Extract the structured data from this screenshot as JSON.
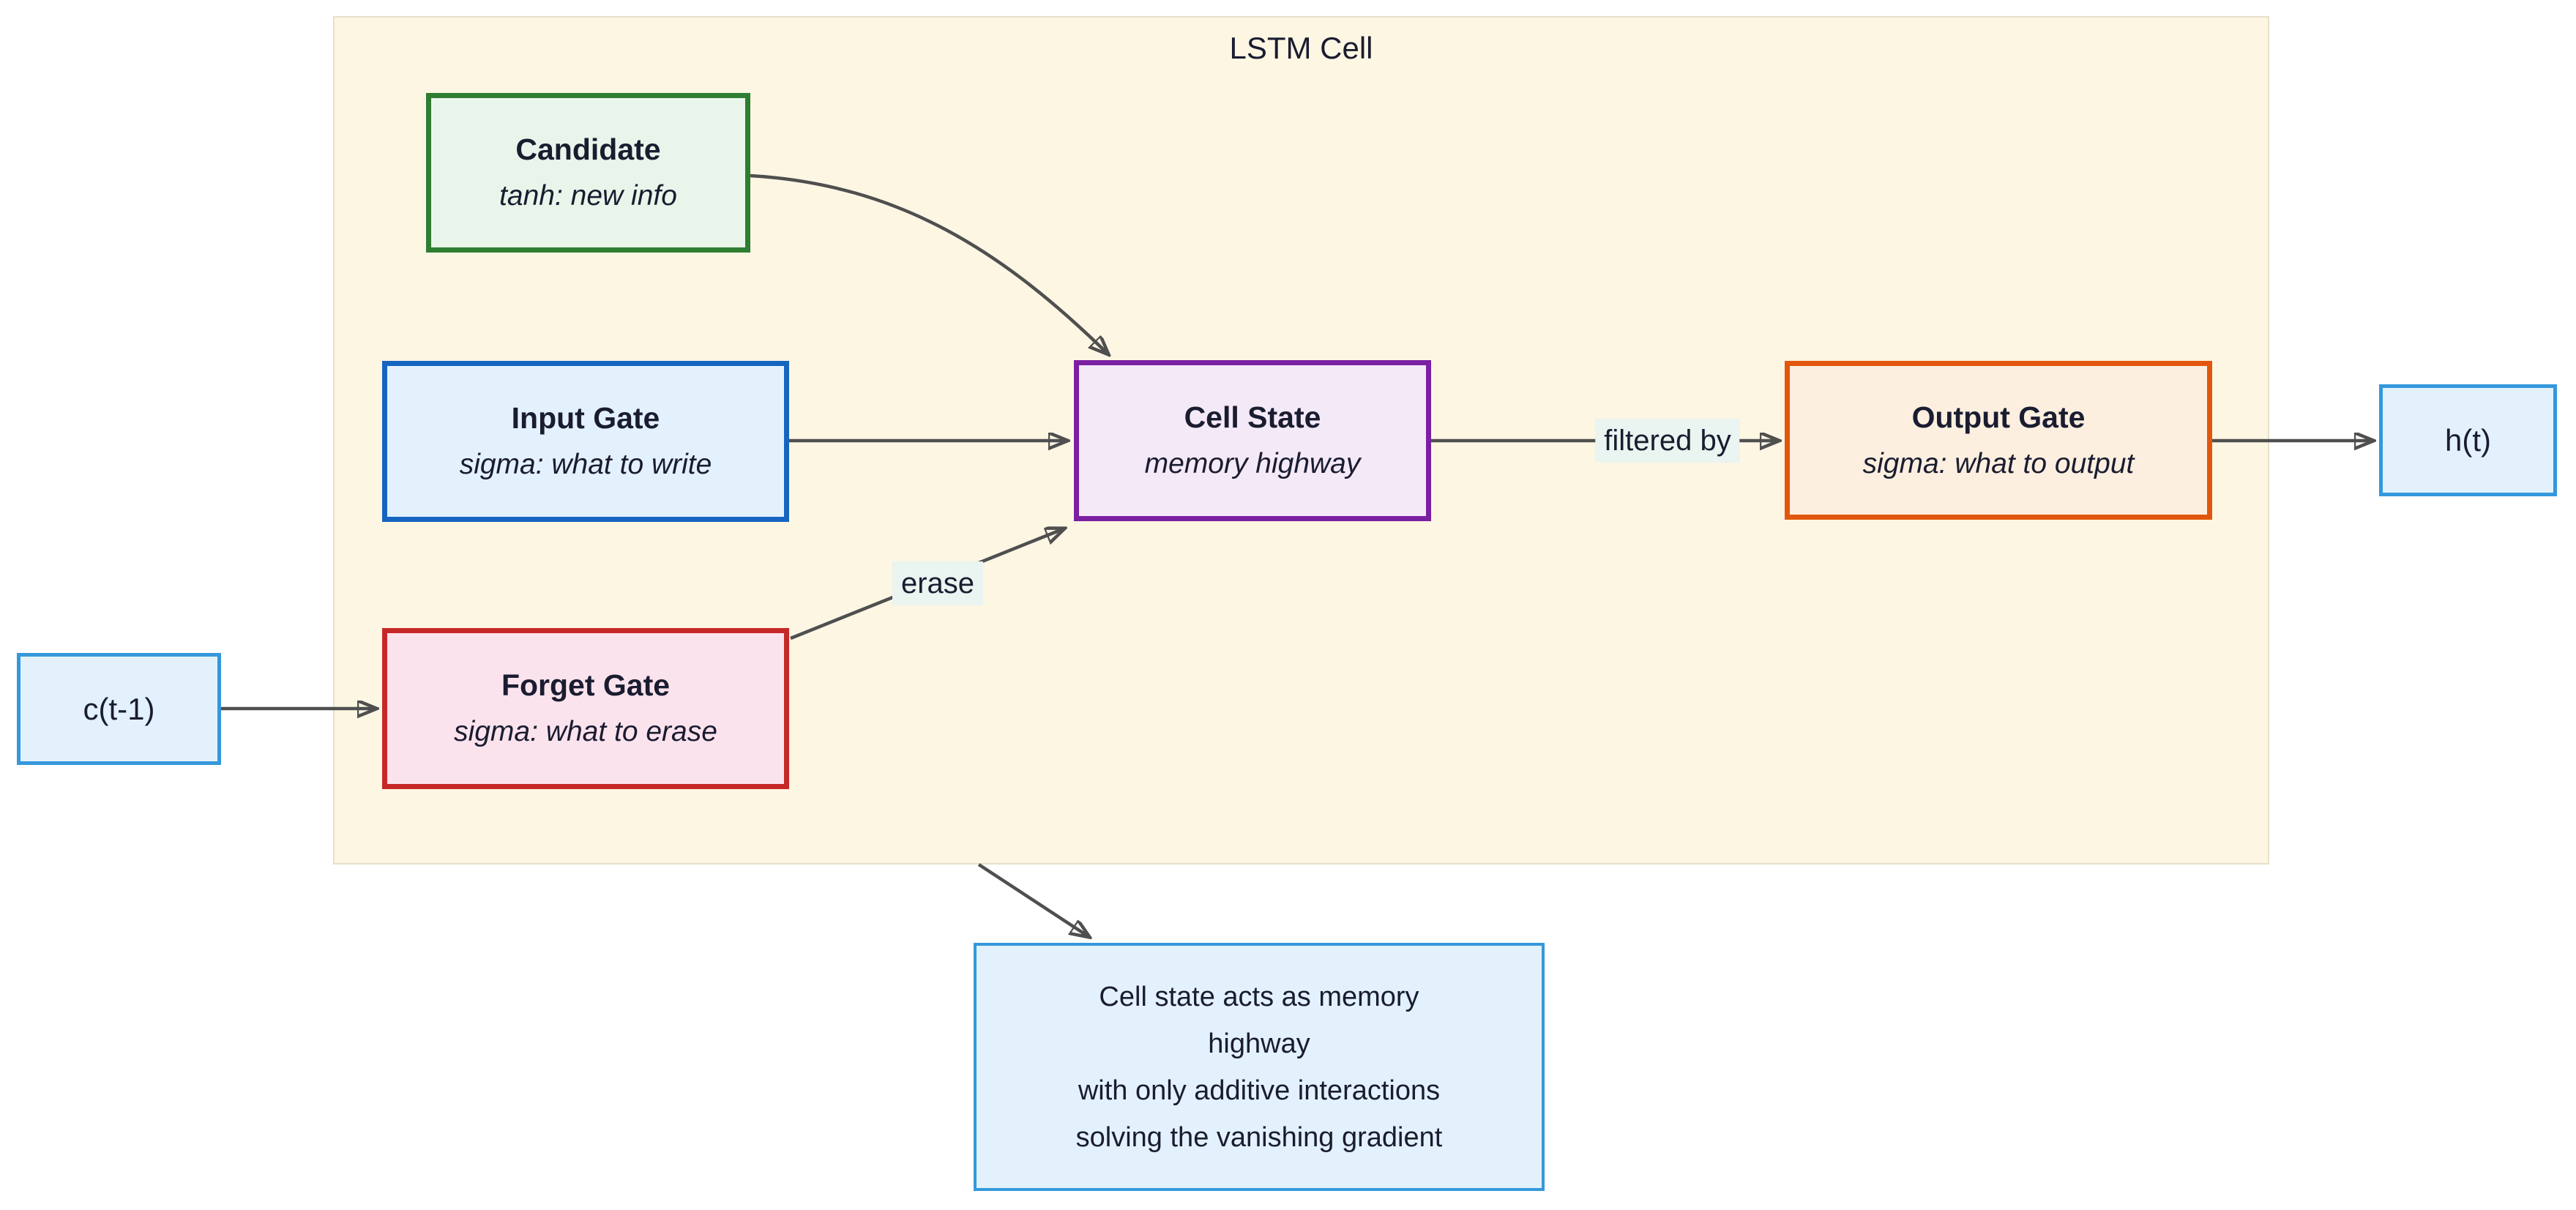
{
  "diagram": {
    "type": "flowchart",
    "container_title": "LSTM Cell",
    "nodes": {
      "candidate": {
        "title": "Candidate",
        "subtitle": "tanh: new info"
      },
      "input_gate": {
        "title": "Input Gate",
        "subtitle": "sigma: what to write"
      },
      "forget_gate": {
        "title": "Forget Gate",
        "subtitle": "sigma: what to erase"
      },
      "cell_state": {
        "title": "Cell State",
        "subtitle": "memory highway"
      },
      "output_gate": {
        "title": "Output Gate",
        "subtitle": "sigma: what to output"
      },
      "c_prev": {
        "label": "c(t-1)"
      },
      "h_t": {
        "label": "h(t)"
      },
      "note": {
        "lines": [
          "Cell state acts as memory",
          "highway",
          "with only additive interactions",
          "solving the vanishing gradient"
        ]
      }
    },
    "edges": [
      {
        "from": "candidate",
        "to": "cell_state",
        "label": ""
      },
      {
        "from": "input_gate",
        "to": "cell_state",
        "label": ""
      },
      {
        "from": "forget_gate",
        "to": "cell_state",
        "label": "erase"
      },
      {
        "from": "cell_state",
        "to": "output_gate",
        "label": "filtered by"
      },
      {
        "from": "output_gate",
        "to": "h_t",
        "label": ""
      },
      {
        "from": "c_prev",
        "to": "forget_gate",
        "label": ""
      },
      {
        "from": "lstm_cell_container",
        "to": "note",
        "label": ""
      }
    ],
    "colors": {
      "container_fill": "#fdf6e3",
      "container_border": "#e7e0c9",
      "candidate_fill": "#e9f5ea",
      "candidate_border": "#2e7d32",
      "input_gate_fill": "#e3f1fc",
      "input_gate_border": "#1565c0",
      "forget_gate_fill": "#fbe3ed",
      "forget_gate_border": "#c62828",
      "cell_state_fill": "#f4e9f7",
      "cell_state_border": "#7b1fa2",
      "output_gate_fill": "#fcefdf",
      "output_gate_border": "#e2570e",
      "io_fill": "#e2f1fb",
      "io_border": "#3498db",
      "arrow": "#4f4f4f",
      "edge_label_bg": "#eaf4f0",
      "text": "#1a1c30"
    }
  }
}
